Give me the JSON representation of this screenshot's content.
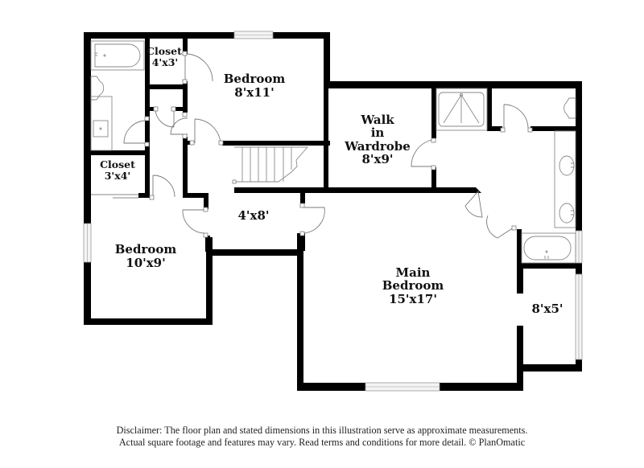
{
  "floor_plan": {
    "rooms": [
      {
        "id": "closet-top",
        "name": "Closet",
        "dimensions": "4'x3'"
      },
      {
        "id": "bedroom-top",
        "name": "Bedroom",
        "dimensions": "8'x11'"
      },
      {
        "id": "walk-in-wardrobe",
        "name_lines": [
          "Walk",
          "in",
          "Wardrobe"
        ],
        "dimensions": "8'x9'"
      },
      {
        "id": "closet-left",
        "name": "Closet",
        "dimensions": "3'x4'"
      },
      {
        "id": "hallway",
        "name": "",
        "dimensions": "4'x8'"
      },
      {
        "id": "bedroom-left",
        "name": "Bedroom",
        "dimensions": "10'x9'"
      },
      {
        "id": "main-bedroom",
        "name_lines": [
          "Main",
          "Bedroom"
        ],
        "dimensions": "15'x17'"
      },
      {
        "id": "sitting-nook",
        "name": "",
        "dimensions": "8'x5'"
      }
    ],
    "fixtures": [
      "bathtub",
      "toilet",
      "sink",
      "shower",
      "toilet",
      "double-vanity-sink",
      "double-vanity-sink",
      "bathtub",
      "staircase"
    ],
    "colors": {
      "wall": "#000000",
      "fixture": "#8a8a8a",
      "background": "#ffffff"
    }
  },
  "disclaimer": {
    "line1": "Disclaimer: The floor plan and stated dimensions in this illustration serve as approximate measurements.",
    "line2": "Actual square footage and features may vary. Read terms and conditions for more detail. © PlanOmatic"
  }
}
